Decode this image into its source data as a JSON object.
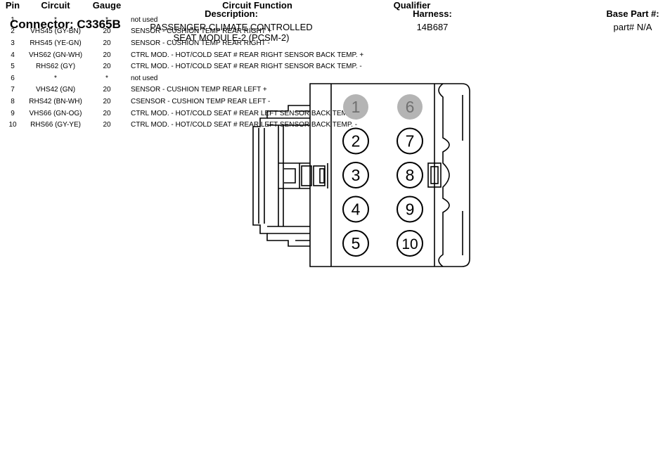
{
  "header": {
    "connector": "Connector: C3365B",
    "description_label": "Description:",
    "description_lines": [
      "PASSENGER CLIMATE CONTROLLED",
      "SEAT MODULE-2 (PCSM-2)"
    ],
    "harness_label": "Harness:",
    "harness_value": "14B687",
    "base_part_label": "Base Part #:",
    "base_part_value": "part# N/A"
  },
  "connector_pins": [
    {
      "num": "1",
      "used": false
    },
    {
      "num": "2",
      "used": true
    },
    {
      "num": "3",
      "used": true
    },
    {
      "num": "4",
      "used": true
    },
    {
      "num": "5",
      "used": true
    },
    {
      "num": "6",
      "used": false
    },
    {
      "num": "7",
      "used": true
    },
    {
      "num": "8",
      "used": true
    },
    {
      "num": "9",
      "used": true
    },
    {
      "num": "10",
      "used": true
    }
  ],
  "colors": {
    "unused_pin_fill": "#b4b4b4",
    "unused_pin_text": "#707070",
    "line": "#000000"
  },
  "table": {
    "headers": {
      "pin": "Pin",
      "circuit": "Circuit",
      "gauge": "Gauge",
      "function": "Circuit Function",
      "qualifier": "Qualifier"
    },
    "rows": [
      {
        "pin": "1",
        "circuit": "*",
        "gauge": "*",
        "function": "not used",
        "qualifier": ""
      },
      {
        "pin": "2",
        "circuit": "VHS45 (GY-BN)",
        "gauge": "20",
        "function": "SENSOR - CUSHION TEMP REAR RIGHT +",
        "qualifier": ""
      },
      {
        "pin": "3",
        "circuit": "RHS45 (YE-GN)",
        "gauge": "20",
        "function": "SENSOR - CUSHION TEMP REAR RIGHT -",
        "qualifier": ""
      },
      {
        "pin": "4",
        "circuit": "VHS62 (GN-WH)",
        "gauge": "20",
        "function": "CTRL MOD. - HOT/COLD SEAT # REAR RIGHT SENSOR BACK TEMP. +",
        "qualifier": ""
      },
      {
        "pin": "5",
        "circuit": "RHS62 (GY)",
        "gauge": "20",
        "function": "CTRL MOD. - HOT/COLD SEAT # REAR RIGHT SENSOR BACK TEMP. -",
        "qualifier": ""
      },
      {
        "pin": "6",
        "circuit": "*",
        "gauge": "*",
        "function": "not used",
        "qualifier": ""
      },
      {
        "pin": "7",
        "circuit": "VHS42 (GN)",
        "gauge": "20",
        "function": "SENSOR - CUSHION TEMP REAR LEFT +",
        "qualifier": ""
      },
      {
        "pin": "8",
        "circuit": "RHS42 (BN-WH)",
        "gauge": "20",
        "function": "CSENSOR - CUSHION TEMP REAR LEFT -",
        "qualifier": ""
      },
      {
        "pin": "9",
        "circuit": "VHS66 (GN-OG)",
        "gauge": "20",
        "function": "CTRL MOD. - HOT/COLD SEAT # REAR LEFT SENSOR BACK TEMP. +",
        "qualifier": ""
      },
      {
        "pin": "10",
        "circuit": "RHS66 (GY-YE)",
        "gauge": "20",
        "function": "CTRL MOD. - HOT/COLD SEAT # REAR LEFT SENSOR BACK TEMP. -",
        "qualifier": ""
      }
    ]
  }
}
